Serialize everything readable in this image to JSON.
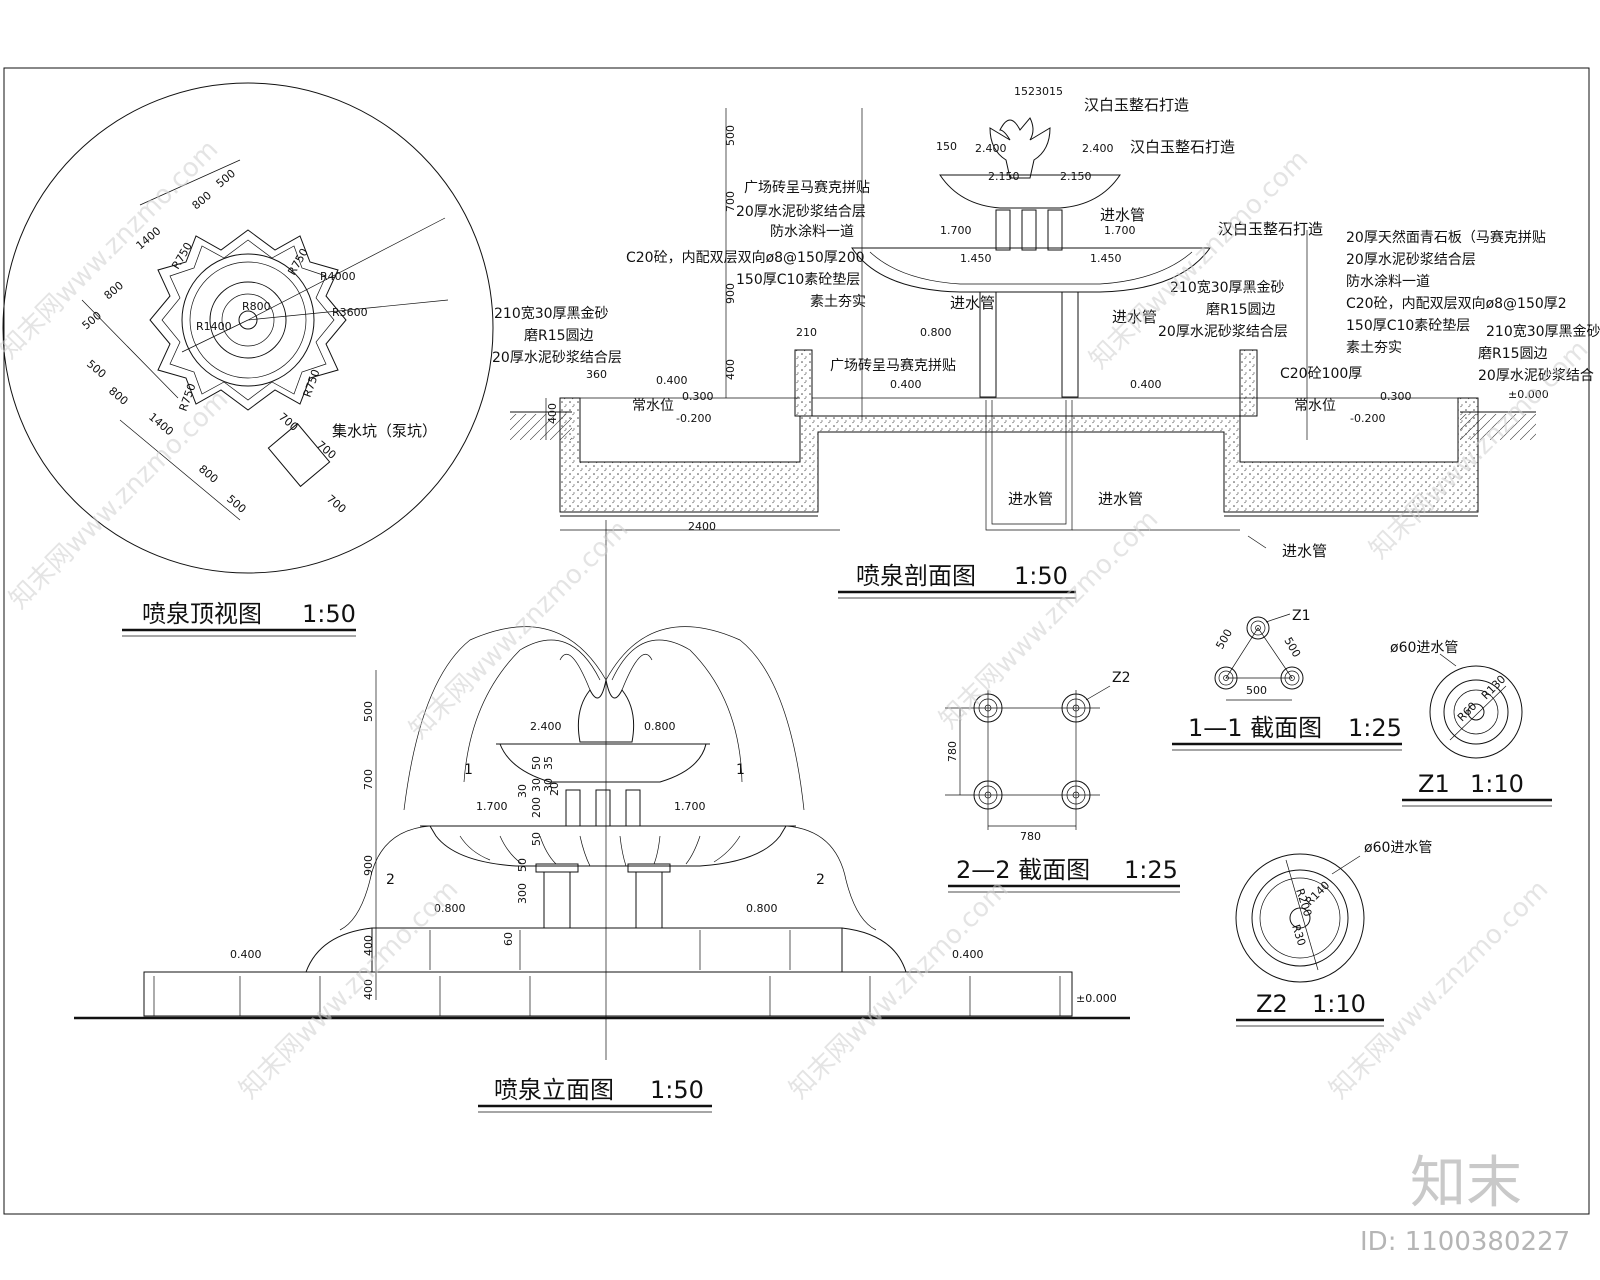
{
  "top_view": {
    "title": "喷泉顶视图",
    "scale": "1:50",
    "radii": [
      "R4000",
      "R3600",
      "R1400",
      "R800",
      "R750",
      "R750",
      "R750",
      "R750"
    ],
    "dims": [
      "500",
      "800",
      "1400",
      "800",
      "500",
      "500",
      "800",
      "1400",
      "800",
      "500",
      "700",
      "700",
      "700"
    ],
    "sump_label": "集水坑（泵坑）"
  },
  "section_view": {
    "title": "喷泉剖面图",
    "scale": "1:50",
    "top_dim": "1523015",
    "labels_center": [
      "汉白玉整石打造",
      "汉白玉整石打造",
      "汉白玉整石打造",
      "进水管",
      "进水管",
      "进水管",
      "进水管",
      "进水管",
      "进水管"
    ],
    "left_callout": [
      "广场砖呈马赛克拼贴",
      "20厚水泥砂浆结合层",
      "防水涂料一道",
      "C20砼，内配双层双向ø8@150厚200",
      "150厚C10素砼垫层",
      "素土夯实"
    ],
    "left_rim": [
      "210宽30厚黑金砂",
      "磨R15圆边",
      "20厚水泥砂浆结合层"
    ],
    "mid_callout": "广场砖呈马赛克拼贴",
    "right_rim": [
      "210宽30厚黑金砂",
      "磨R15圆边",
      "20厚水泥砂浆结合层"
    ],
    "right_callout": [
      "20厚天然面青石板（马赛克拼贴",
      "20厚水泥砂浆结合层",
      "防水涂料一道",
      "C20砼，内配双层双向ø8@150厚2",
      "150厚C10素砼垫层",
      "素土夯实"
    ],
    "right_rim2": [
      "210宽30厚黑金砂",
      "磨R15圆边",
      "20厚水泥砂浆结合"
    ],
    "c20": "C20砼100厚",
    "water_level": "常水位",
    "levels": [
      "2.400",
      "2.400",
      "2.150",
      "2.150",
      "1.700",
      "1.700",
      "1.450",
      "1.450",
      "0.800",
      "0.400",
      "0.400",
      "0.400",
      "0.300",
      "0.300",
      "-0.200",
      "-0.200",
      "±0.000"
    ],
    "v_dims": [
      "500",
      "700",
      "900",
      "400",
      "400"
    ],
    "h_dims": [
      "150",
      "210",
      "360",
      "2400"
    ]
  },
  "elevation_view": {
    "title": "喷泉立面图",
    "scale": "1:50",
    "levels": [
      "2.400",
      "0.800",
      "1.700",
      "1.700",
      "0.800",
      "0.800",
      "0.400",
      "0.400",
      "±0.000"
    ],
    "v_dims": [
      "500",
      "700",
      "900",
      "400",
      "400"
    ],
    "small_dims": [
      "30",
      "200",
      "30",
      "50",
      "30",
      "35",
      "20",
      "50",
      "50",
      "300",
      "60"
    ],
    "cut_marks": [
      "1",
      "1",
      "2",
      "2"
    ]
  },
  "section_22": {
    "title": "2—2  截面图",
    "scale": "1:25",
    "tag": "Z2",
    "dims": [
      "780",
      "780"
    ]
  },
  "section_11": {
    "title": "1—1  截面图",
    "scale": "1:25",
    "tag": "Z1",
    "dims": [
      "500",
      "500",
      "500"
    ]
  },
  "detail_z1": {
    "title": "Z1",
    "scale": "1:10",
    "pipe": "ø60进水管",
    "dims": [
      "R130",
      "R60"
    ]
  },
  "detail_z2": {
    "title": "Z2",
    "scale": "1:10",
    "pipe": "ø60进水管",
    "dims": [
      "R200",
      "R140",
      "R30"
    ]
  },
  "watermark": {
    "text": "知末网www.znzmo.com",
    "brand": "知末",
    "id": "ID: 1100380227"
  }
}
